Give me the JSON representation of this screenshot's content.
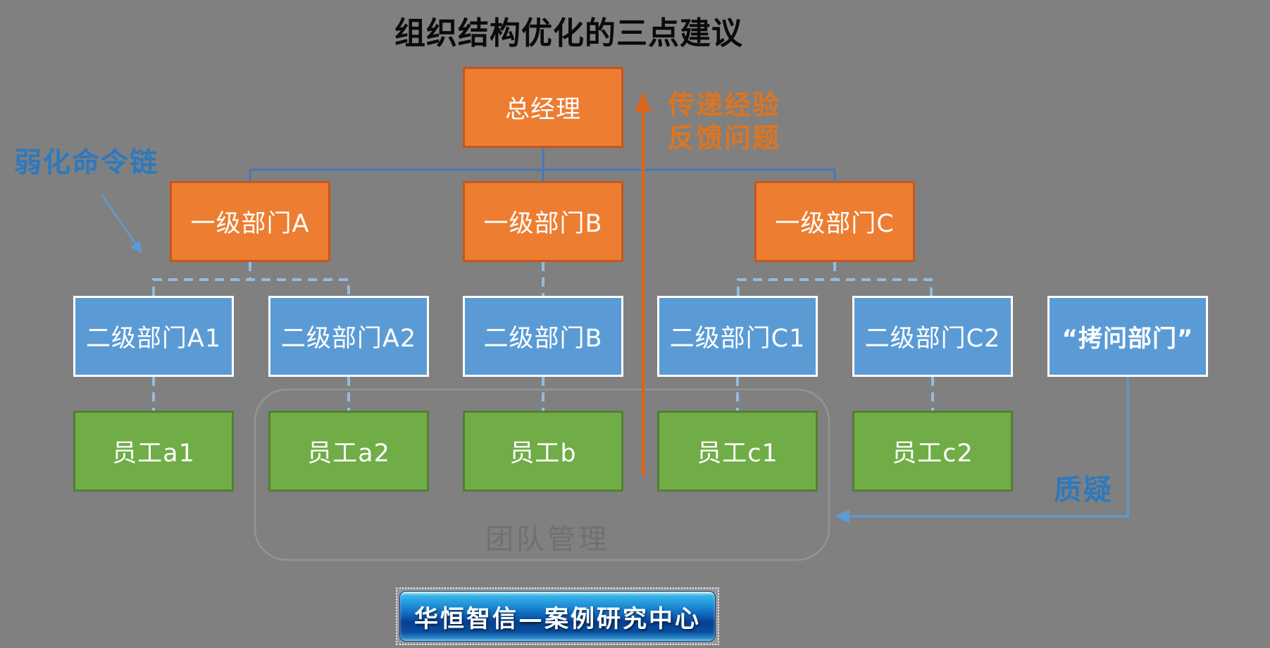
{
  "title": "组织结构优化的三点建议",
  "annotations": {
    "weaken_chain": "弱化命令链",
    "pass_experience": "传递经验",
    "feedback_problems": "反馈问题",
    "question": "质疑",
    "team_management": "团队管理"
  },
  "org": {
    "nodes": [
      {
        "id": "gm",
        "label": "总经理",
        "style": "orange",
        "level": 1
      },
      {
        "id": "deptA",
        "label": "一级部门A",
        "style": "orange",
        "level": 2
      },
      {
        "id": "deptB",
        "label": "一级部门B",
        "style": "orange",
        "level": 2
      },
      {
        "id": "deptC",
        "label": "一级部门C",
        "style": "orange",
        "level": 2
      },
      {
        "id": "subA1",
        "label": "二级部门A1",
        "style": "blue",
        "level": 3
      },
      {
        "id": "subA2",
        "label": "二级部门A2",
        "style": "blue",
        "level": 3
      },
      {
        "id": "subB",
        "label": "二级部门B",
        "style": "blue",
        "level": 3
      },
      {
        "id": "subC1",
        "label": "二级部门C1",
        "style": "blue",
        "level": 3
      },
      {
        "id": "subC2",
        "label": "二级部门C2",
        "style": "blue",
        "level": 3
      },
      {
        "id": "probe",
        "label": "“拷问部门”",
        "style": "blue bold",
        "level": 3
      },
      {
        "id": "empA1",
        "label": "员工a1",
        "style": "green",
        "level": 4
      },
      {
        "id": "empA2",
        "label": "员工a2",
        "style": "green",
        "level": 4
      },
      {
        "id": "empB",
        "label": "员工b",
        "style": "green",
        "level": 4
      },
      {
        "id": "empC1",
        "label": "员工c1",
        "style": "green",
        "level": 4
      },
      {
        "id": "empC2",
        "label": "员工c2",
        "style": "green",
        "level": 4
      }
    ]
  },
  "banner": {
    "text": "华恒智信—案例研究中心"
  },
  "colors": {
    "background": "#808080",
    "orange_fill": "#ED7D31",
    "orange_border": "#C4581C",
    "blue_fill": "#5B9BD5",
    "green_fill": "#70AD47",
    "green_border": "#527F32",
    "connector_blue": "#4678B8",
    "dashed_blue": "#94BBDF",
    "arrow_orange": "#D9661A",
    "label_orange": "#DD7520",
    "label_blue": "#2E79BD",
    "light_arrow_blue": "#5B9BD5"
  }
}
